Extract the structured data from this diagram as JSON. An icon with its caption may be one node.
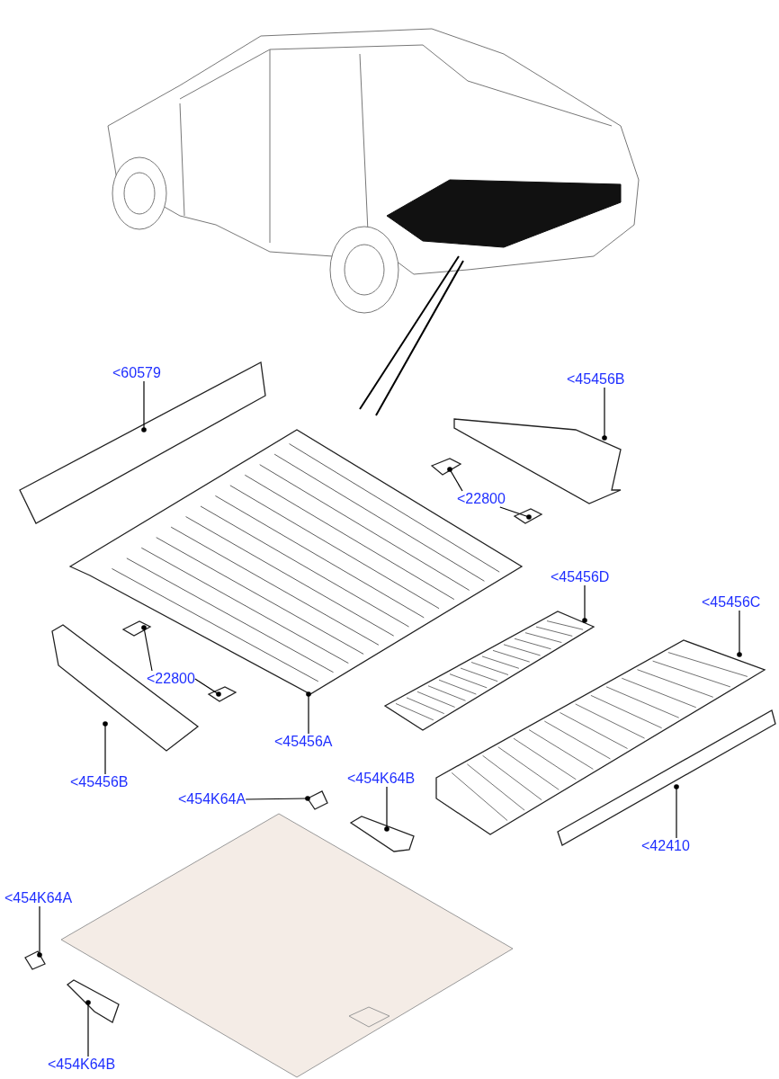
{
  "diagram": {
    "nodes": [
      {
        "text": [
          "<60579"
        ]
      },
      {
        "text": [],
        "shape": "picture"
      },
      {
        "text": [
          "<45456B"
        ]
      },
      {
        "text": [],
        "shape": "picture"
      },
      {
        "text": [
          "<22800"
        ]
      },
      {
        "text": [],
        "shape": "picture"
      },
      {
        "text": [],
        "shape": "picture"
      },
      {
        "text": [
          "<45456D"
        ]
      },
      {
        "text": [],
        "shape": "picture"
      },
      {
        "text": [
          "<45456C"
        ]
      },
      {
        "text": [],
        "shape": "picture"
      },
      {
        "text": [],
        "shape": "picture"
      },
      {
        "text": [
          "<22800"
        ]
      },
      {
        "text": [],
        "shape": "picture"
      },
      {
        "text": [],
        "shape": "picture"
      },
      {
        "text": [
          "<45456A"
        ]
      },
      {
        "text": [],
        "shape": "picture"
      },
      {
        "text": [
          "<45456B"
        ]
      },
      {
        "text": [],
        "shape": "picture"
      },
      {
        "text": [
          "<454K64A"
        ]
      },
      {
        "text": [],
        "shape": "picture"
      },
      {
        "text": [
          "<454K64B"
        ]
      },
      {
        "text": [],
        "shape": "picture"
      },
      {
        "text": [
          "<42410"
        ]
      },
      {
        "text": [],
        "shape": "picture"
      },
      {
        "text": [
          "<454K64A"
        ]
      },
      {
        "text": [],
        "shape": "picture"
      },
      {
        "text": [
          "<454K64B"
        ]
      }
    ],
    "edges": [
      {
        "from": 0,
        "to": 1,
        "arrow": "other"
      },
      {
        "from": 2,
        "to": 3,
        "arrow": "other"
      },
      {
        "from": 4,
        "to": 5,
        "arrow": "other"
      },
      {
        "from": 4,
        "to": 6,
        "arrow": "other"
      },
      {
        "from": 7,
        "to": 8,
        "arrow": "other"
      },
      {
        "from": 9,
        "to": 10,
        "arrow": "other"
      },
      {
        "from": 12,
        "to": 11,
        "arrow": "other"
      },
      {
        "from": 12,
        "to": 13,
        "arrow": "other"
      },
      {
        "from": 15,
        "to": 14,
        "arrow": "other"
      },
      {
        "from": 17,
        "to": 16,
        "arrow": "other"
      },
      {
        "from": 19,
        "to": 18,
        "arrow": "other"
      },
      {
        "from": 21,
        "to": 20,
        "arrow": "other"
      },
      {
        "from": 23,
        "to": 22,
        "arrow": "other"
      },
      {
        "from": 25,
        "to": 24,
        "arrow": "other"
      },
      {
        "from": 27,
        "to": 26,
        "arrow": "other"
      }
    ]
  }
}
